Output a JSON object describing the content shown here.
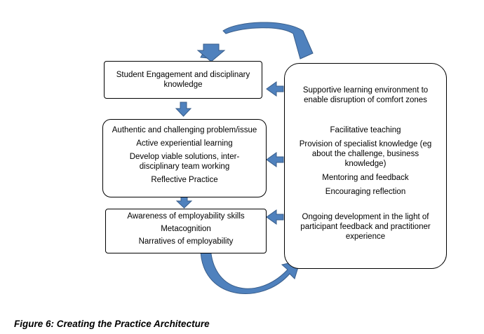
{
  "boxes": {
    "engagement": {
      "lines": [
        "Student Engagement and disciplinary\nknowledge"
      ]
    },
    "authentic": {
      "lines": [
        "Authentic and challenging problem/issue",
        "Active experiential learning",
        "Develop viable solutions, inter-\ndisciplinary team working",
        "Reflective Practice"
      ]
    },
    "awareness": {
      "lines": [
        "Awareness of employability skills",
        "Metacognition",
        "Narratives of employability"
      ]
    },
    "support": {
      "lines": [
        "Supportive learning environment to\nenable disruption of comfort zones",
        "Facilitative teaching",
        "Provision of specialist knowledge  (eg\nabout the challenge, business\nknowledge)",
        "Mentoring and feedback",
        "Encouraging reflection",
        "Ongoing development in the light of\nparticipant feedback and practitioner\nexperience"
      ]
    }
  },
  "caption": "Figure 6: Creating the Practice Architecture",
  "colors": {
    "arrow_fill": "#4f81bd",
    "arrow_stroke": "#385d8a"
  }
}
